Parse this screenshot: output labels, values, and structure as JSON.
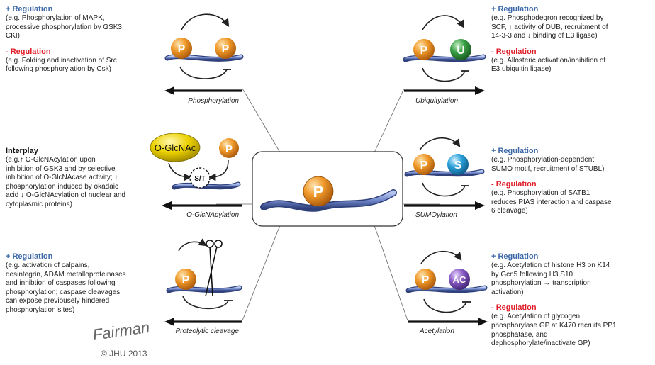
{
  "diagram": {
    "center_label": "P",
    "modifications": [
      {
        "label": "Phosphorylation",
        "badges": [
          "P",
          "P"
        ]
      },
      {
        "label": "O-GlcNAcylation",
        "badges": [
          "O-GlcNAc",
          "P",
          "S/T"
        ]
      },
      {
        "label": "Proteolytic cleavage",
        "badges": [
          "P"
        ]
      },
      {
        "label": "Ubiquitylation",
        "badges": [
          "P",
          "U"
        ]
      },
      {
        "label": "SUMOylation",
        "badges": [
          "P",
          "S"
        ]
      },
      {
        "label": "Acetylation",
        "badges": [
          "P",
          "AC"
        ]
      }
    ],
    "blocks": {
      "phos": {
        "plus_head": "+ Regulation",
        "plus_text": "(e.g. Phosphorylation of MAPK,\nprocessive phosphorylation by GSK3.\nCKI)",
        "minus_head": "- Regulation",
        "minus_text": "(e.g. Folding and inactivation of Src\nfollowing phosphorylation by Csk)"
      },
      "glc": {
        "head": "Interplay",
        "text": "(e.g.↑ O-GlcNAcylation upon\ninhibition of GSK3 and by selective\ninhibition of O-GlcNAcase activity; ↑\nphosphorylation induced by okadaic\nacid ↓ O-GlcNAcylation of nuclear and\ncytoplasmic proteins)"
      },
      "prot": {
        "plus_head": "+ Regulation",
        "plus_text": "(e.g. activation of calpains,\ndesintegrin, ADAM metalloproteinases\nand inhibtion of caspases following\nphosphorylation; caspase cleavages\ncan expose previousely hindered\nphosphorylation sites)"
      },
      "ubi": {
        "plus_head": "+ Regulation",
        "plus_text": "(e.g. Phosphodegron recognized by\nSCF, ↑ activity of DUB, recruitment of\n14-3-3 and ↓ binding of E3 ligase)",
        "minus_head": "- Regulation",
        "minus_text": "(e.g. Allosteric activation/inhibition of\nE3 ubiquitin ligase)"
      },
      "sumo": {
        "plus_head": "+ Regulation",
        "plus_text": "(e.g. Phosphorylation-dependent\nSUMO motif, recruitment of STUBL)",
        "minus_head": "- Regulation",
        "minus_text": "(e.g. Phosphorylation of SATB1\nreduces PIAS interaction and caspase\n6 cleavage)"
      },
      "acet": {
        "plus_head": "+ Regulation",
        "plus_text": "(e.g. Acetylation of histone H3 on K14\nby Gcn5 following H3 S10\nphosphorylation → transcription\nactivation)",
        "minus_head": "- Regulation",
        "minus_text": "(e.g. Acetylation of glycogen\nphosphorylase GP at K470 recruits PP1\nphosphatase, and\ndephosphorylate/inactivate GP)"
      }
    },
    "credit": "© JHU 2013",
    "signature": "Fairman",
    "colors": {
      "plus": "#3c68a8",
      "minus": "#e01e2a",
      "phospho": "#e88a1a",
      "ubiquitin": "#2e8b3a",
      "sumo": "#2aa0d8",
      "acetyl": "#7a4fb0",
      "glcnac": "#e6c800",
      "strand": "#6f86c8"
    }
  }
}
